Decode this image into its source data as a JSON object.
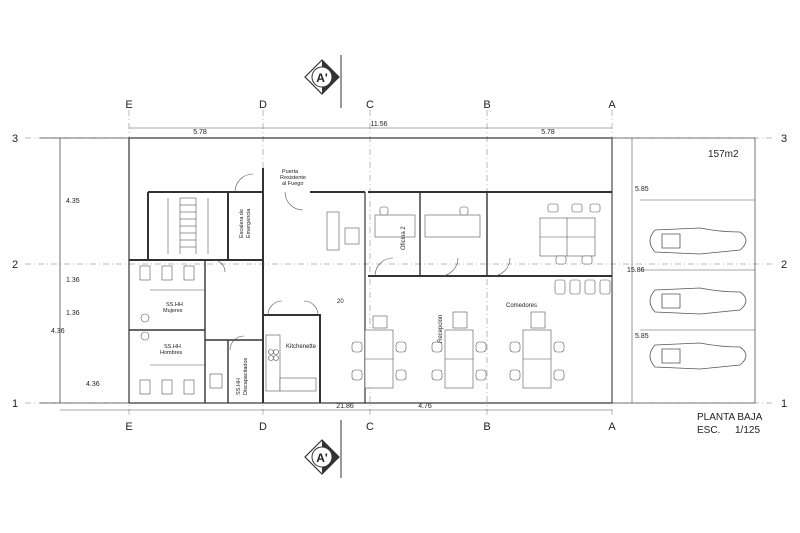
{
  "grid": {
    "columns": [
      "E",
      "D",
      "C",
      "B",
      "A"
    ],
    "rows": [
      "3",
      "2",
      "1"
    ]
  },
  "section_marker": "A'",
  "dimensions": {
    "total_top": "11.56",
    "top_left": "5.78",
    "top_right": "5.78",
    "total_bottom": "21.86",
    "bottom_right": "4.76",
    "left_upper": "4.35",
    "left_mid_a": "1.36",
    "left_mid_b": "1.36",
    "left_lower": "4.36",
    "left_bottom": "4.36",
    "right_upper": "5.85",
    "right_mid": "15.86",
    "right_lower": "5.85",
    "interior": "20"
  },
  "area_label": "157m2",
  "rooms": {
    "door_note_1": "Puerta",
    "door_note_2": "Resistente",
    "door_note_3": "al Fuego",
    "stair_1": "Escalera de",
    "stair_2": "Emergencia",
    "ss_women_1": "SS.HH",
    "ss_women_2": "Mujeres",
    "ss_men_1": "SS.HH",
    "ss_men_2": "Hombres",
    "ss_dis_1": "SS.HH",
    "ss_dis_2": "Discapacitados",
    "kitchen": "Kitchenette",
    "office": "Oficina 2",
    "reception": "Recepcion",
    "dining": "Comedores"
  },
  "title_block": {
    "title": "PLANTA BAJA",
    "scale_label": "ESC.",
    "scale_value": "1/125"
  }
}
